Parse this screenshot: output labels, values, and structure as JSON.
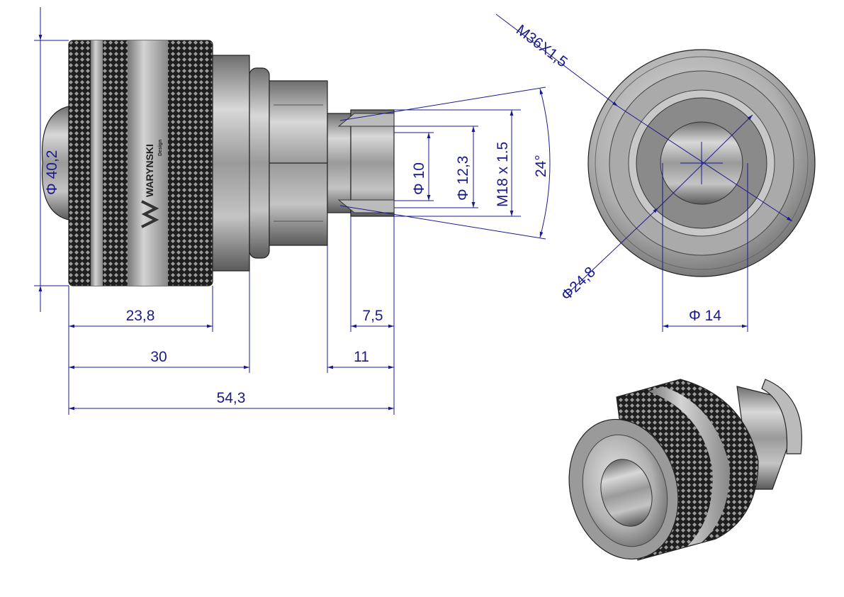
{
  "drawing": {
    "title": "Quick coupling technical drawing",
    "brand_logo_text": "WARYNSKI",
    "brand_logo_subtext": "Design",
    "colors": {
      "dimension": "#1a1a8c",
      "metal": "#a8a8a8",
      "knurl": "#2a2a2a"
    }
  },
  "dimensions": {
    "body_diameter": "Φ 40,2",
    "knurl_length": "23,8",
    "body_length": "30",
    "total_length": "54,3",
    "thread_length": "7,5",
    "hex_to_end": "11",
    "bore_diameter": "Φ 10",
    "inner_diameter": "Φ 12,3",
    "thread": "M18 x 1.5",
    "cone_angle": "24°",
    "face_thread": "M36X1,5",
    "face_diameter": "Φ24,8",
    "face_bore": "Φ 14"
  }
}
